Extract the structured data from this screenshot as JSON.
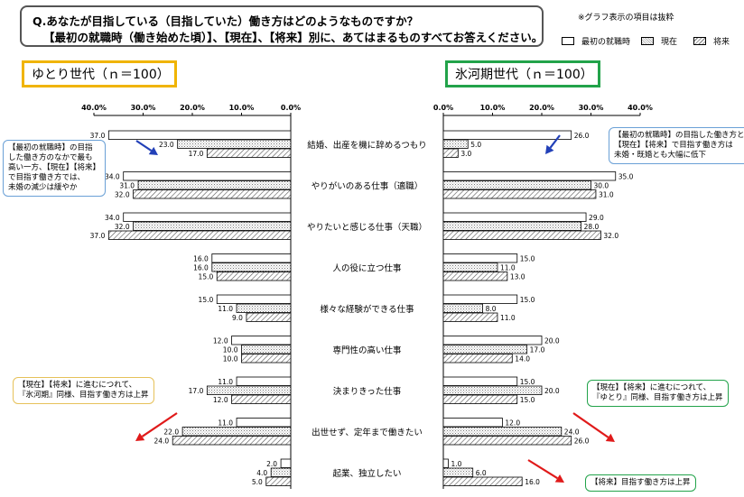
{
  "question": {
    "line1": "Q.あなたが目指している（目指していた）働き方はどのようなものですか？",
    "line2": "【最初の就職時（働き始めた頃）】、【現在】、【将来】別に、あてはまるものすべてお答えください。"
  },
  "note": "※グラフ表示の項目は抜粋",
  "legend": [
    {
      "label": "最初の就職時",
      "pattern": "white"
    },
    {
      "label": "現在",
      "pattern": "dots"
    },
    {
      "label": "将来",
      "pattern": "diagonal"
    }
  ],
  "left_group": {
    "title": "ゆとり世代（ｎ＝100）",
    "border_color": "#f0b400"
  },
  "right_group": {
    "title": "氷河期世代（ｎ＝100）",
    "border_color": "#22a34a"
  },
  "callouts": {
    "left_top": [
      "【最初の就職時】の目指",
      "した働き方のなかで最も",
      "高い一方、【現在】【将来】",
      "で目指す働き方では、",
      "未婚の減少は緩やか"
    ],
    "left_bottom": [
      "【現在】【将来】に進むにつれて、",
      "『氷河期』同様、目指す働き方は上昇"
    ],
    "right_top": [
      "【最初の就職時】の目指した働き方と",
      "【現在】【将来】で目指す働き方は",
      "未婚・既婚とも大幅に低下"
    ],
    "right_mid": [
      "【現在】【将来】に進むにつれて、",
      "『ゆとり』同様、目指す働き方は上昇"
    ],
    "right_bottom": [
      "【将来】目指す働き方は上昇"
    ]
  },
  "chart_data": [
    {
      "type": "bar",
      "orientation": "horizontal",
      "direction": "reversed",
      "group": "ゆとり世代（ｎ＝100）",
      "categories": [
        "結婚、出産を機に辞めるつもり",
        "やりがいのある仕事（適職）",
        "やりたいと感じる仕事（天職）",
        "人の役に立つ仕事",
        "様々な経験ができる仕事",
        "専門性の高い仕事",
        "決まりきった仕事",
        "出世せず、定年まで働きたい",
        "起業、独立したい"
      ],
      "series": [
        {
          "name": "最初の就職時",
          "values": [
            37.0,
            34.0,
            34.0,
            16.0,
            15.0,
            12.0,
            11.0,
            11.0,
            2.0
          ]
        },
        {
          "name": "現在",
          "values": [
            23.0,
            31.0,
            32.0,
            16.0,
            11.0,
            10.0,
            17.0,
            22.0,
            4.0
          ]
        },
        {
          "name": "将来",
          "values": [
            17.0,
            32.0,
            37.0,
            15.0,
            9.0,
            10.0,
            12.0,
            24.0,
            5.0
          ]
        }
      ],
      "xlim": [
        0,
        40
      ],
      "ticks": [
        "40.0%",
        "30.0%",
        "20.0%",
        "10.0%",
        "0.0%"
      ]
    },
    {
      "type": "bar",
      "orientation": "horizontal",
      "group": "氷河期世代（ｎ＝100）",
      "categories": [
        "結婚、出産を機に辞めるつもり",
        "やりがいのある仕事（適職）",
        "やりたいと感じる仕事（天職）",
        "人の役に立つ仕事",
        "様々な経験ができる仕事",
        "専門性の高い仕事",
        "決まりきった仕事",
        "出世せず、定年まで働きたい",
        "起業、独立したい"
      ],
      "series": [
        {
          "name": "最初の就職時",
          "values": [
            26.0,
            35.0,
            29.0,
            15.0,
            15.0,
            20.0,
            15.0,
            12.0,
            1.0
          ]
        },
        {
          "name": "現在",
          "values": [
            5.0,
            30.0,
            28.0,
            11.0,
            8.0,
            17.0,
            20.0,
            24.0,
            6.0
          ]
        },
        {
          "name": "将来",
          "values": [
            3.0,
            31.0,
            32.0,
            13.0,
            11.0,
            14.0,
            15.0,
            26.0,
            16.0
          ]
        }
      ],
      "xlim": [
        0,
        40
      ],
      "ticks": [
        "0.0%",
        "10.0%",
        "20.0%",
        "30.0%",
        "40.0%"
      ]
    }
  ]
}
